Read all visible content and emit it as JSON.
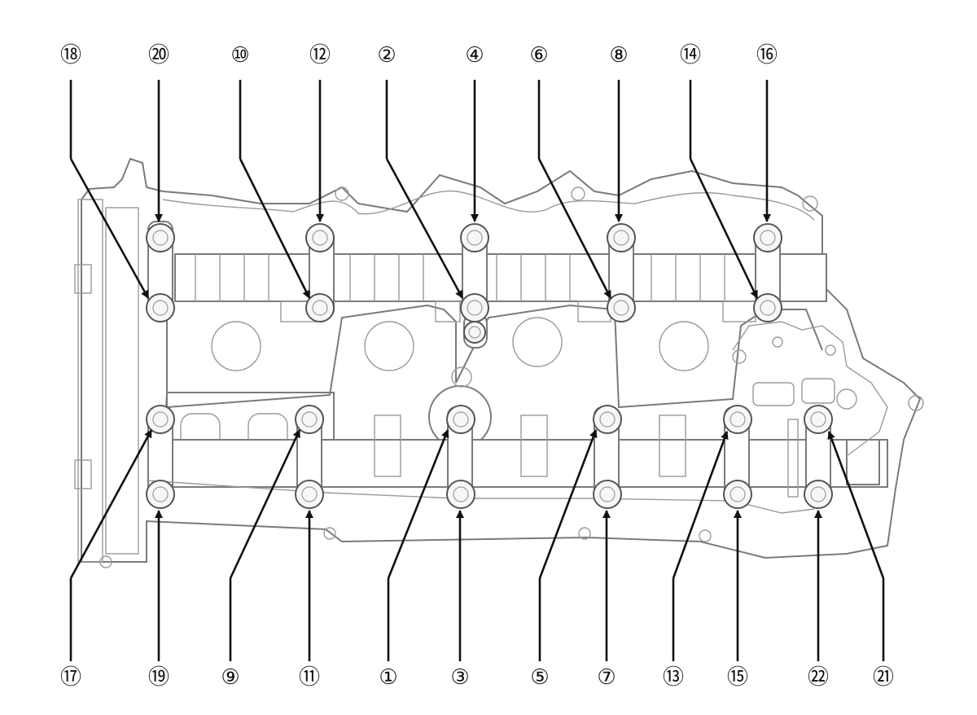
{
  "diagram": {
    "colors": {
      "line": "#111111",
      "part_outline": "#7a7a7a",
      "background": "#ffffff"
    },
    "top_callouts": [
      {
        "label": "⑱"
      },
      {
        "label": "⑳"
      },
      {
        "label": "⑩"
      },
      {
        "label": "⑫"
      },
      {
        "label": "②"
      },
      {
        "label": "④"
      },
      {
        "label": "⑥"
      },
      {
        "label": "⑧"
      },
      {
        "label": "⑭"
      },
      {
        "label": "⑯"
      }
    ],
    "bottom_callouts": [
      {
        "label": "⑰"
      },
      {
        "label": "⑲"
      },
      {
        "label": "⑨"
      },
      {
        "label": "⑪"
      },
      {
        "label": "①"
      },
      {
        "label": "③"
      },
      {
        "label": "⑤"
      },
      {
        "label": "⑦"
      },
      {
        "label": "⑬"
      },
      {
        "label": "⑮"
      },
      {
        "label": "㉒"
      },
      {
        "label": "㉑"
      }
    ]
  }
}
